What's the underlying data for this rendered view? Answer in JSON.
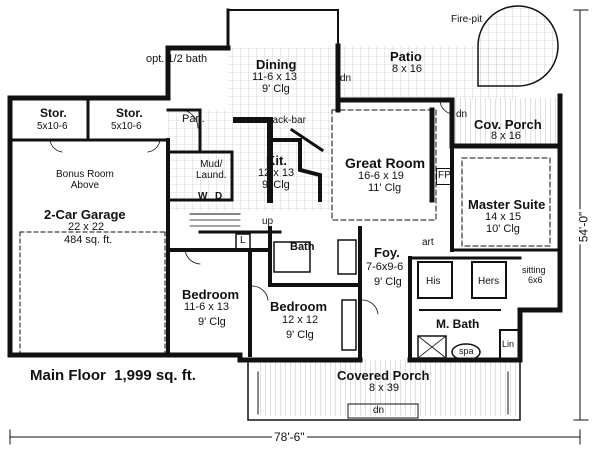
{
  "rooms": {
    "fire_pit": "Fire-pit",
    "patio": {
      "name": "Patio",
      "size": "8 x 16"
    },
    "half_bath": "opt. 1/2 bath",
    "dining": {
      "name": "Dining",
      "size": "11-6 x 13",
      "clg": "9' Clg"
    },
    "dn_patio": "dn",
    "dn_porch": "dn",
    "dn_front": "dn",
    "cov_porch": {
      "name": "Cov. Porch",
      "size": "8 x 16"
    },
    "stor1": {
      "name": "Stor.",
      "size": "5x10-6"
    },
    "stor2": {
      "name": "Stor.",
      "size": "5x10-6"
    },
    "pan": "Pan.",
    "snack_bar": "snack-bar",
    "mud_laund": "Mud/\nLaund.",
    "kit": {
      "name": "Kit.",
      "size": "12 x 13",
      "clg": "9' Clg"
    },
    "great_room": {
      "name": "Great Room",
      "size": "16-6 x 19",
      "clg": "11' Clg"
    },
    "fp": "FP",
    "bonus": "Bonus Room\nAbove",
    "garage": {
      "name": "2-Car Garage",
      "size": "22 x 22",
      "sqft": "484 sq. ft."
    },
    "w": "W",
    "d": "D",
    "up": "up",
    "l": "L",
    "master": {
      "name": "Master Suite",
      "size": "14 x 15",
      "clg": "10' Clg"
    },
    "bath": "Bath",
    "foy": {
      "name": "Foy.",
      "size": "7-6x9-6",
      "clg": "9' Clg"
    },
    "art": "art",
    "his": "His",
    "hers": "Hers",
    "sitting": {
      "name": "sitting",
      "size": "6x6"
    },
    "bed1": {
      "name": "Bedroom",
      "size": "11-6 x 13",
      "clg": "9' Clg"
    },
    "bed2": {
      "name": "Bedroom",
      "size": "12 x 12",
      "clg": "9' Clg"
    },
    "mbath": "M. Bath",
    "spa": "spa",
    "lin": "Lin",
    "covered_porch": {
      "name": "Covered Porch",
      "size": "8 x 39"
    }
  },
  "main_floor": "Main Floor  1,999 sq. ft.",
  "dims": {
    "width": "78'-6\"",
    "depth": "54'-0\""
  }
}
